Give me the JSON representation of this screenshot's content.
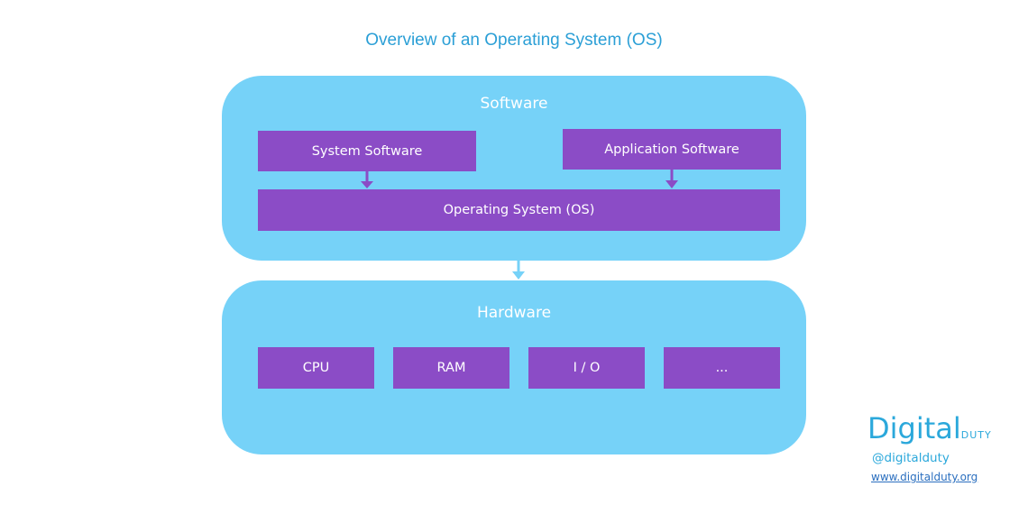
{
  "title": "Overview of an Operating System (OS)",
  "software": {
    "label": "Software",
    "system_software": "System Software",
    "application_software": "Application Software",
    "operating_system": "Operating System (OS)"
  },
  "hardware": {
    "label": "Hardware",
    "components": [
      "CPU",
      "RAM",
      "I / O",
      "..."
    ]
  },
  "branding": {
    "logo_main": "Digital",
    "logo_small": "DUTY",
    "handle": "@digitalduty",
    "url": "www.digitalduty.org"
  },
  "colors": {
    "title": "#2b9fd6",
    "panel": "#76d2f8",
    "box": "#8b4cc6",
    "arrow": "#8b4cc6",
    "connector": "#76d2f8"
  }
}
